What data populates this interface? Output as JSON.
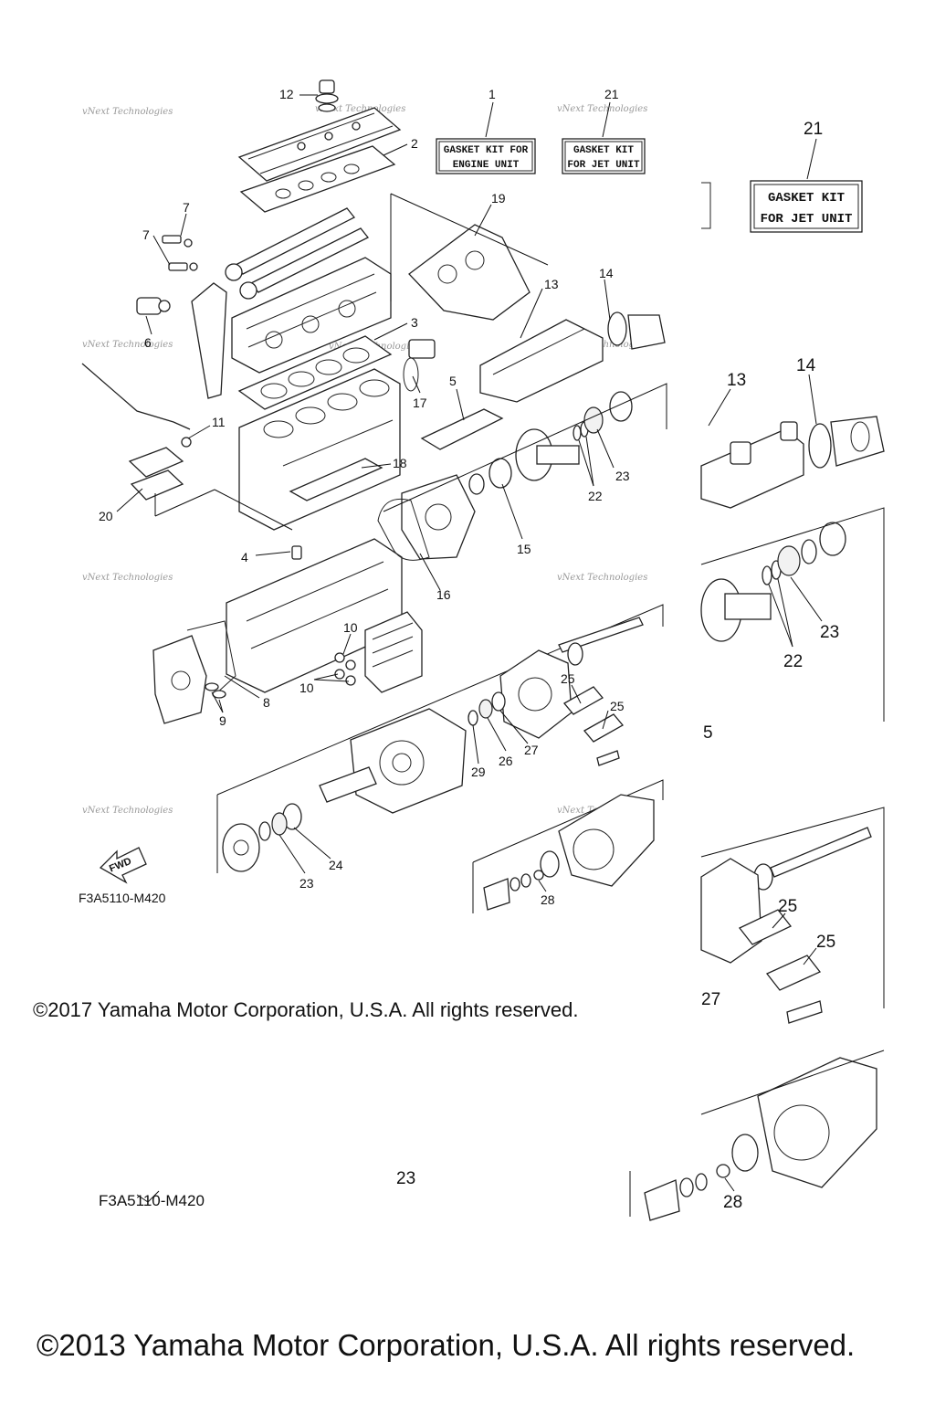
{
  "callouts": {
    "c1": "1",
    "c2": "2",
    "c3": "3",
    "c4": "4",
    "c5": "5",
    "c6": "6",
    "c7": "7",
    "c8": "8",
    "c9": "9",
    "c10": "10",
    "c11": "11",
    "c12": "12",
    "c13": "13",
    "c14": "14",
    "c15": "15",
    "c16": "16",
    "c17": "17",
    "c18": "18",
    "c19": "19",
    "c20": "20",
    "c21": "21",
    "c22": "22",
    "c23": "23",
    "c24": "24",
    "c25": "25",
    "c26": "26",
    "c27": "27",
    "c28": "28",
    "c29": "29"
  },
  "kits": {
    "engine_line1": "GASKET KIT FOR",
    "engine_line2": "ENGINE UNIT",
    "jet_line1": "GASKET KIT",
    "jet_line2": "FOR JET UNIT"
  },
  "watermark": "vNext Technologies",
  "fwd_label": "FWD",
  "diagram_code": "F3A5110-M420",
  "copyright_2017": "©2017 Yamaha Motor Corporation, U.S.A. All rights reserved.",
  "copyright_2013": "©2013 Yamaha Motor Corporation, U.S.A. All rights reserved."
}
